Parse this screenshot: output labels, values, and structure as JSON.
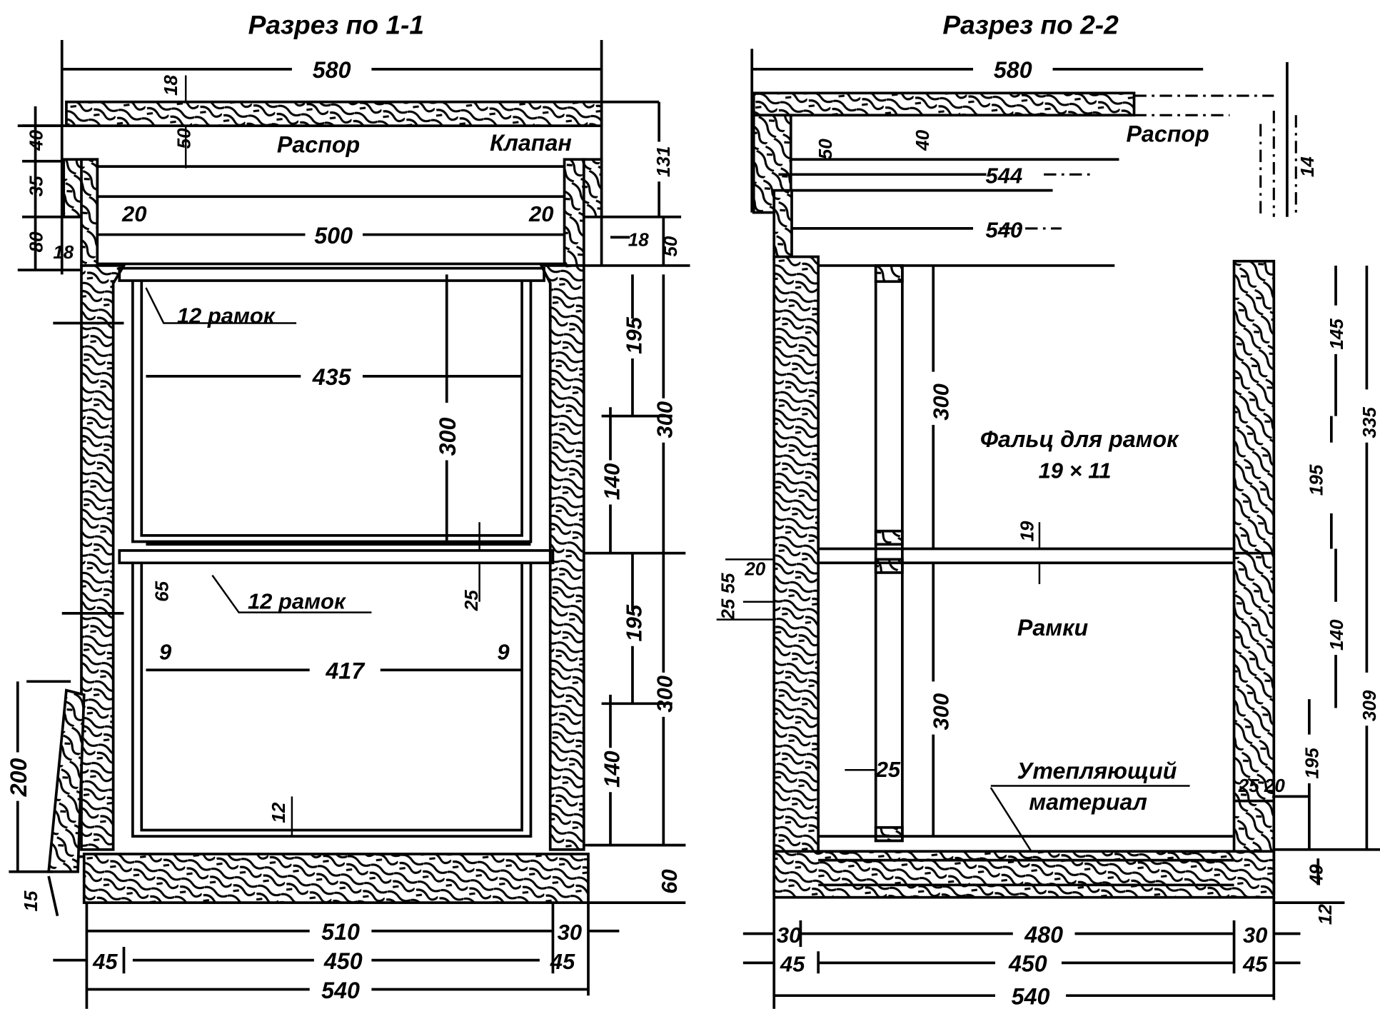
{
  "section_1": {
    "title": "Разрез по 1-1",
    "labels": {
      "raspor": "Распор",
      "klapan": "Клапан",
      "frames_upper": "12 рамок",
      "frames_lower": "12 рамок"
    },
    "dims": {
      "width_top": "580",
      "lid_thk": "18",
      "gap_50": "50",
      "left_40": "40",
      "left_35": "35",
      "left_80": "80",
      "left_18": "18",
      "in_20_left": "20",
      "in_20_right": "20",
      "inner_500": "500",
      "right_131": "131",
      "right_18": "18",
      "right_50": "50",
      "frame_435": "435",
      "frame_h_300": "300",
      "r_195_a": "195",
      "r_300_a": "300",
      "r_140_a": "140",
      "bar_25": "25",
      "bar_65": "65",
      "gap_9_left": "9",
      "frame_417": "417",
      "gap_9_right": "9",
      "r_195_b": "195",
      "r_300_b": "300",
      "r_140_b": "140",
      "bottom_12": "12",
      "bottom_60": "60",
      "board_200": "200",
      "board_15": "15",
      "b_510": "510",
      "b_30": "30",
      "b_45_left": "45",
      "b_450": "450",
      "b_45_right": "45",
      "b_540": "540"
    }
  },
  "section_2": {
    "title": "Разрез по 2-2",
    "labels": {
      "raspor": "Распор",
      "rebate": "Фальц для рамок",
      "rebate_size": "19 × 11",
      "frames": "Рамки",
      "insulation_1": "Утепляющий",
      "insulation_2": "материал"
    },
    "dims": {
      "width_top": "580",
      "d_50": "50",
      "d_40": "40",
      "d_544": "544",
      "d_540": "540",
      "d_14": "14",
      "frame_300_a": "300",
      "frame_300_b": "300",
      "d_19": "19",
      "d_25": "25",
      "d_20": "20",
      "d_25_55": "25 55",
      "r_145": "145",
      "r_335": "335",
      "r_195_a": "195",
      "r_140": "140",
      "r_309": "309",
      "r_195_b": "195",
      "r_25_20": "25 20",
      "r_49": "49",
      "r_12": "12",
      "b_30_left": "30",
      "b_480": "480",
      "b_30_right": "30",
      "b_45_left": "45",
      "b_450": "450",
      "b_45_right": "45",
      "b_540": "540"
    }
  }
}
